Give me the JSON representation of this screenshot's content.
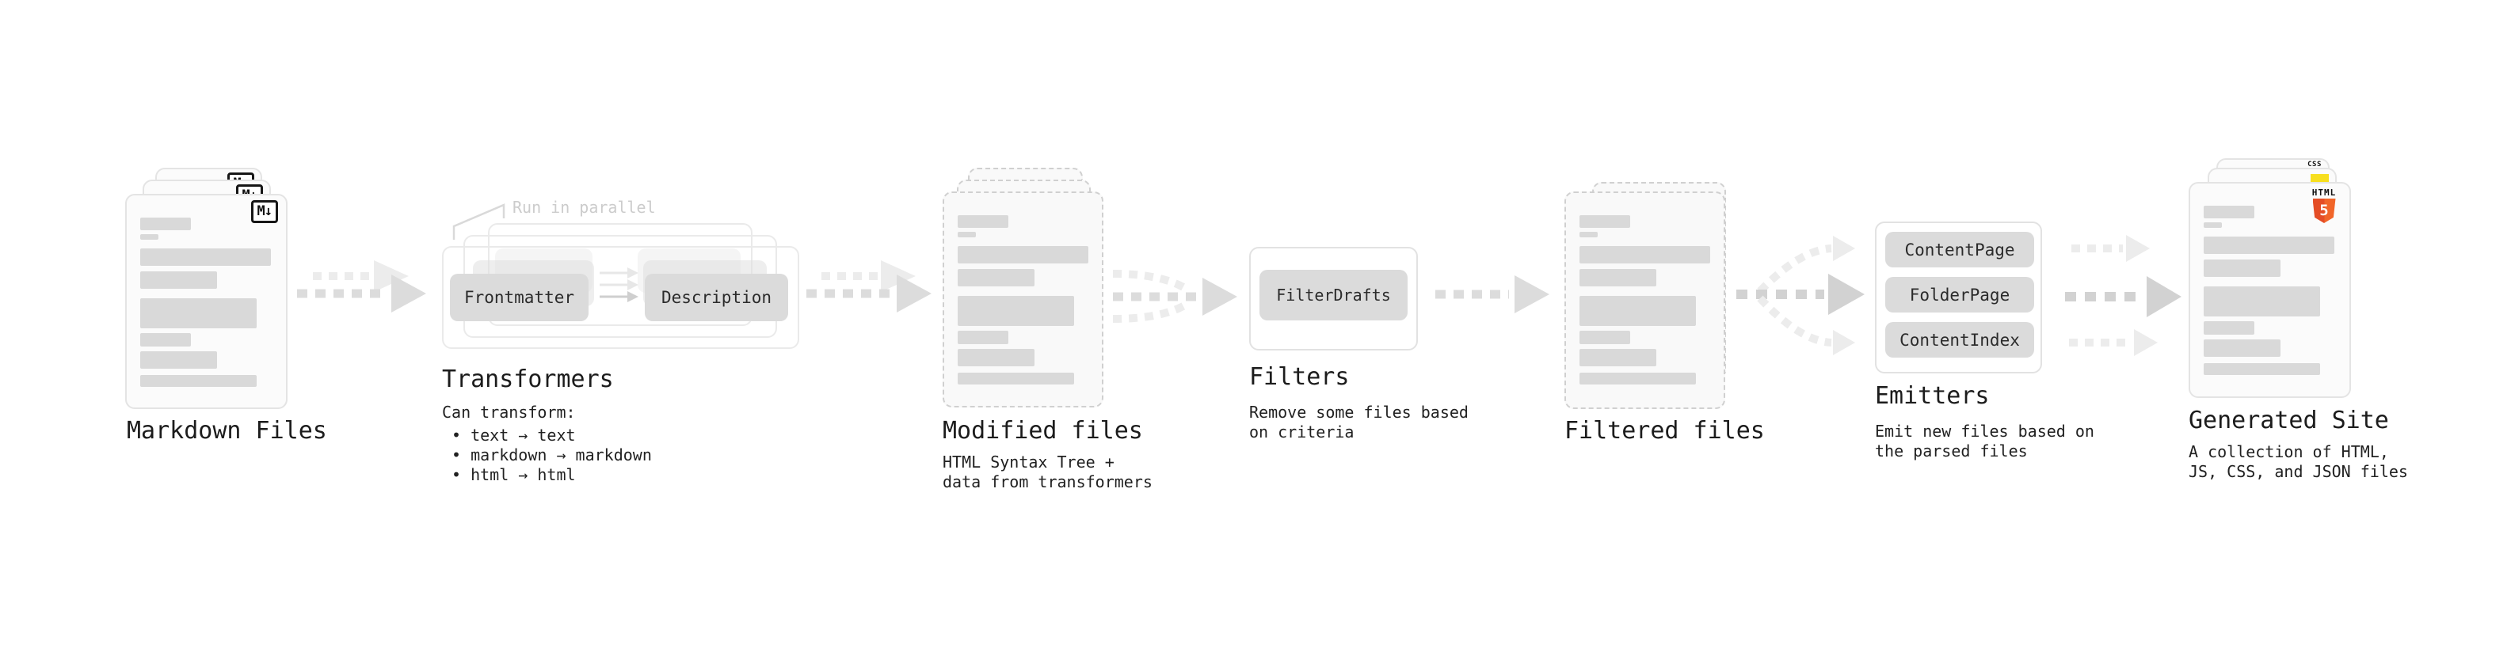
{
  "stages": {
    "markdown_files": {
      "label": "Markdown Files",
      "badge": "M↓"
    },
    "transformers": {
      "label": "Transformers",
      "note": "Run in parallel",
      "nodes": {
        "frontmatter": "Frontmatter",
        "description": "Description"
      },
      "desc_title": "Can transform:",
      "bullets": [
        "• text → text",
        "• markdown → markdown",
        "• html → html"
      ]
    },
    "modified_files": {
      "label": "Modified files",
      "desc": [
        "HTML Syntax Tree +",
        "data from transformers"
      ]
    },
    "filters": {
      "label": "Filters",
      "nodes": {
        "filter_drafts": "FilterDrafts"
      },
      "desc": [
        "Remove some files based",
        "on criteria"
      ]
    },
    "filtered_files": {
      "label": "Filtered files"
    },
    "emitters": {
      "label": "Emitters",
      "nodes": {
        "content_page": "ContentPage",
        "folder_page": "FolderPage",
        "content_index": "ContentIndex"
      },
      "desc": [
        "Emit new files based on",
        "the parsed files"
      ]
    },
    "generated_site": {
      "label": "Generated Site",
      "desc": [
        "A collection of HTML,",
        "JS, CSS, and JSON files"
      ],
      "icons": {
        "html5_word": "HTML",
        "html5_number": "5",
        "css_word": "CSS"
      }
    }
  },
  "colors": {
    "html5_orange": "#E44D26",
    "html5_orange_light": "#F16529",
    "js_yellow": "#F7DF1E",
    "css_blue": "#2965F1",
    "card_background": "#FBFBFB",
    "card_border": "#E4E4E4",
    "dashed_card_border": "#D0D0D0",
    "placeholder_bar": "#D9D9D9",
    "node_background": "#DBDBDB",
    "arrow_gray": "#DCDCDC",
    "arrow_light": "#ECECEC",
    "arrow_strong": "#D2D2D2",
    "text_dark": "#1C1C1C",
    "note_gray": "#CCCCCC"
  }
}
